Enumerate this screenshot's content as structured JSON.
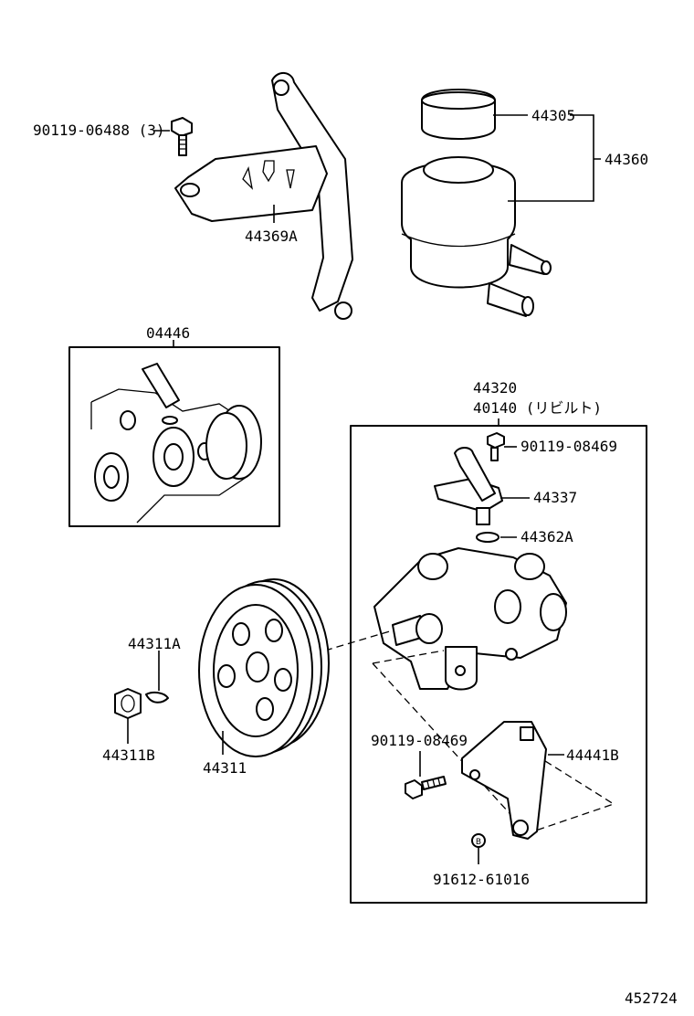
{
  "diagram": {
    "labels": {
      "bolt_top": "90119-06488 (3)",
      "bracket": "44369A",
      "cap": "44305",
      "reservoir": "44360",
      "gasket_kit": "04446",
      "pump_assy": "44320",
      "pump_rebuilt": "40140 (リビルト)",
      "bolt_union": "90119-08469",
      "union": "44337",
      "oring": "44362A",
      "key": "44311A",
      "nut": "44311B",
      "pulley": "44311",
      "bolt_lower": "90119-08469",
      "bracket_lower": "44441B",
      "bolt_bottom": "91612-61016",
      "figure_id": "452724"
    }
  }
}
